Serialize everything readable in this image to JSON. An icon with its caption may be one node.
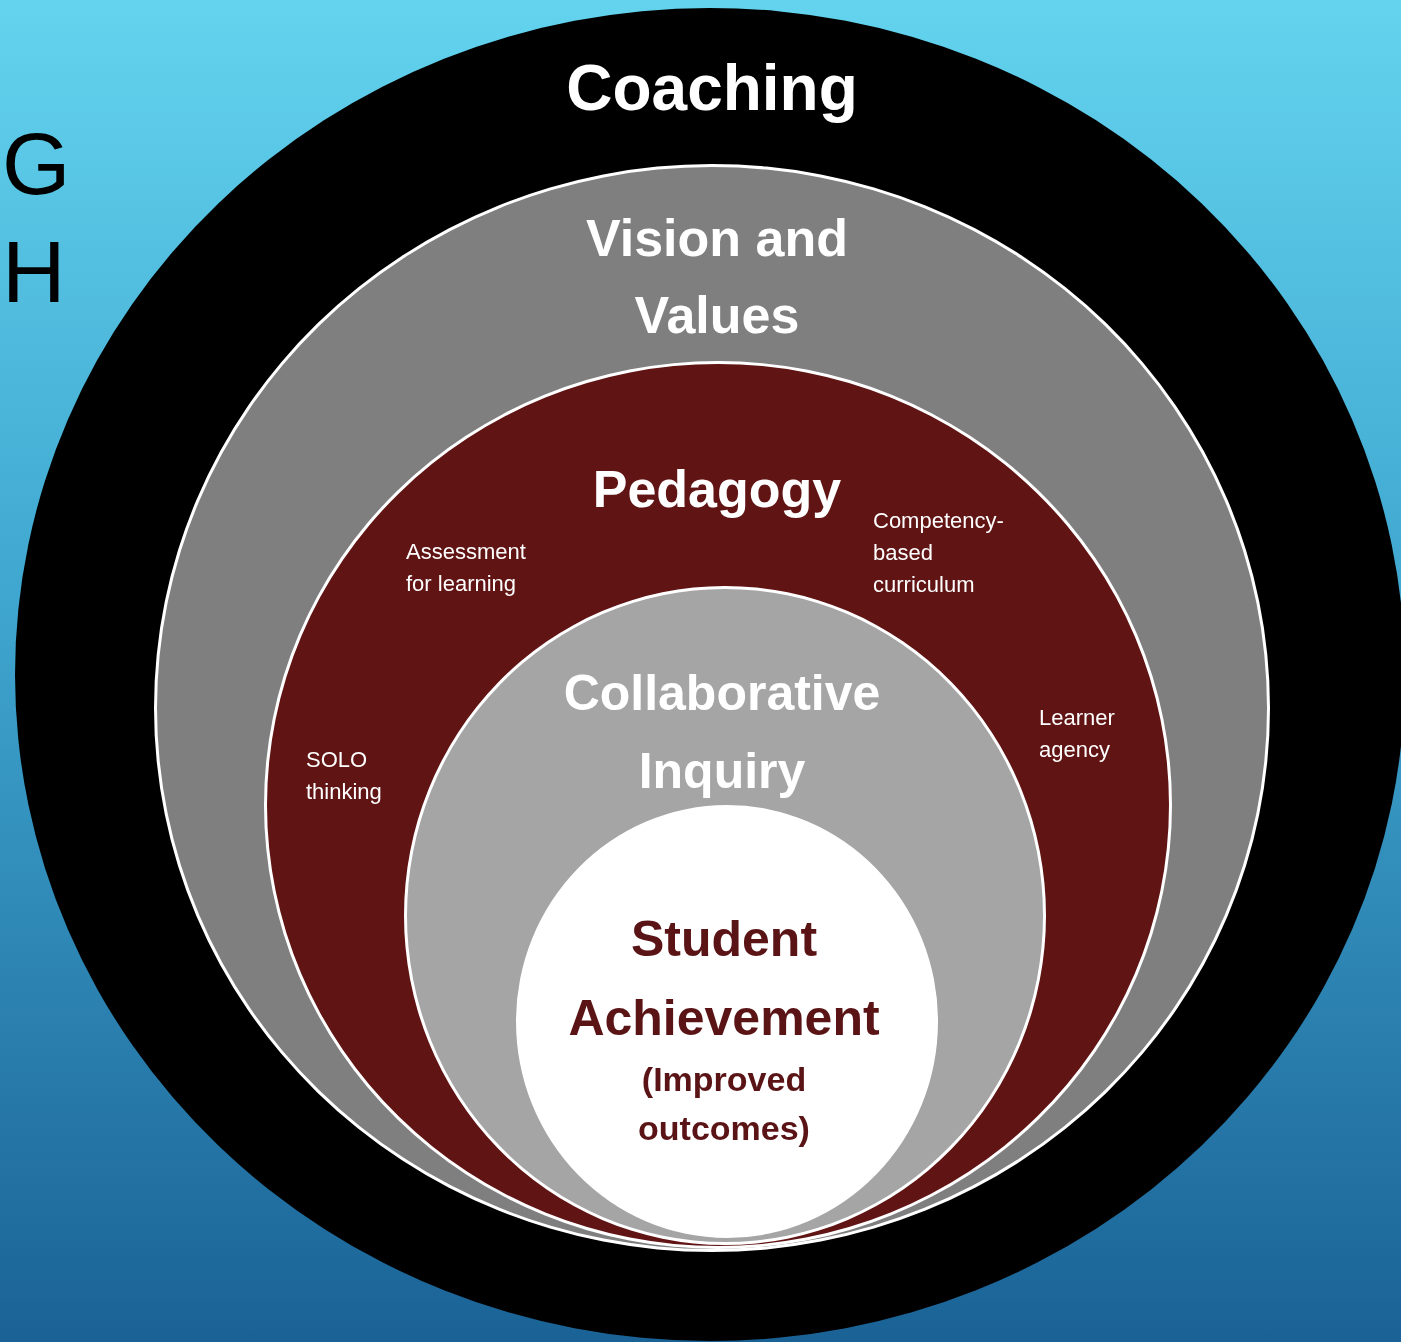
{
  "diagram": {
    "nodes": [
      {
        "text": [
          "Coaching"
        ]
      },
      {
        "text": [
          "Vision and Values"
        ],
        "in": 0
      },
      {
        "text": [
          "Pedagogy",
          "Assessment for learning",
          "Competency-based curriculum",
          "SOLO thinking",
          "Learner agency"
        ],
        "in": 1
      },
      {
        "text": [
          "Collaborative Inquiry"
        ],
        "in": 2
      },
      {
        "text": [
          "Student Achievement",
          "(Improved outcomes)"
        ],
        "in": 3
      }
    ],
    "labels": [
      "G",
      "H"
    ]
  }
}
